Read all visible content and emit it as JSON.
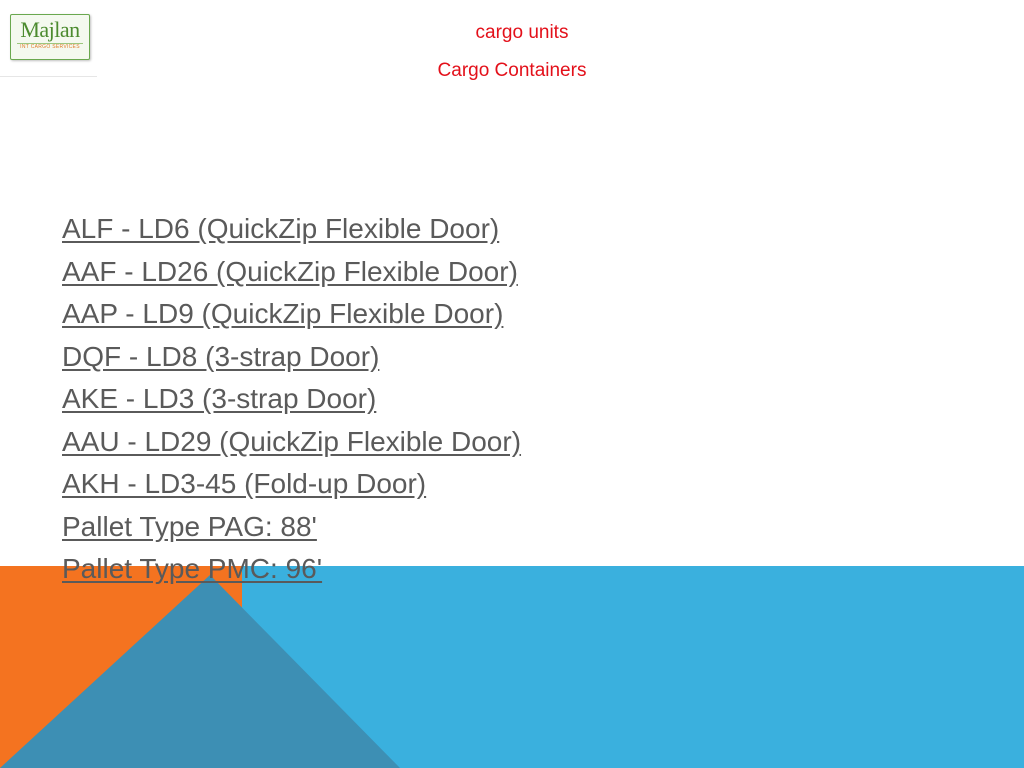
{
  "logo": {
    "word": "Majlan",
    "tagline": "INT CARGO SERVICES"
  },
  "header": {
    "title": "cargo units",
    "subtitle": "Cargo Containers"
  },
  "links": [
    "ALF - LD6 (QuickZip Flexible Door)",
    "AAF - LD26 (QuickZip Flexible Door)",
    "AAP - LD9 (QuickZip Flexible Door)",
    "DQF - LD8 (3-strap Door)",
    "AKE - LD3 (3-strap Door)",
    "AAU - LD29 (QuickZip Flexible Door)",
    "AKH - LD3-45 (Fold-up Door)",
    "Pallet Type PAG: 88'",
    "Pallet Type PMC: 96'"
  ],
  "colors": {
    "accent_red": "#e3101a",
    "band_blue": "#3ab0de",
    "band_orange": "#f47320",
    "band_overlap": "#3d8fb4",
    "link_gray": "#5a5a5a"
  }
}
